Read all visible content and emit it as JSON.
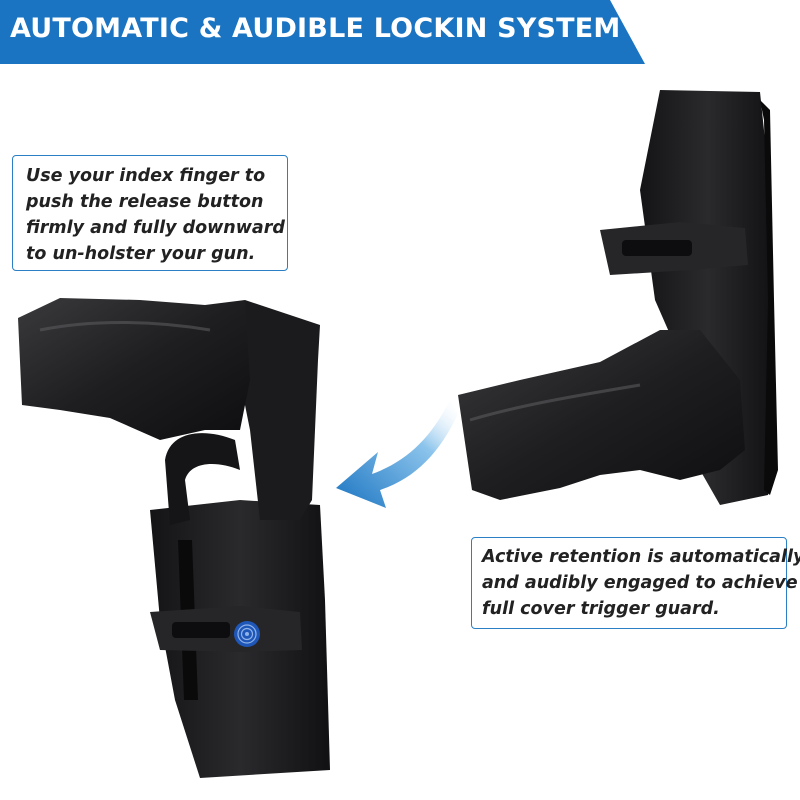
{
  "banner": {
    "title": "AUTOMATIC & AUDIBLE LOCKIN SYSTEM",
    "color": "#1a74c1"
  },
  "callouts": {
    "release": {
      "lines": [
        "Use your index finger to",
        "push the release button",
        "firmly and fully downward",
        "to un-holster your gun."
      ]
    },
    "retention": {
      "lines": [
        "Active retention is automatically",
        "and audibly engaged to achieve",
        "full cover trigger guard."
      ]
    }
  },
  "colors": {
    "accent": "#2b7fc4",
    "arrow": "#1a74c1",
    "product": "#1c1c1e",
    "release_button": "#1f57b8"
  },
  "icons": {
    "arrow": "curved-arrow-icon",
    "release_button": "fingerprint-icon"
  }
}
